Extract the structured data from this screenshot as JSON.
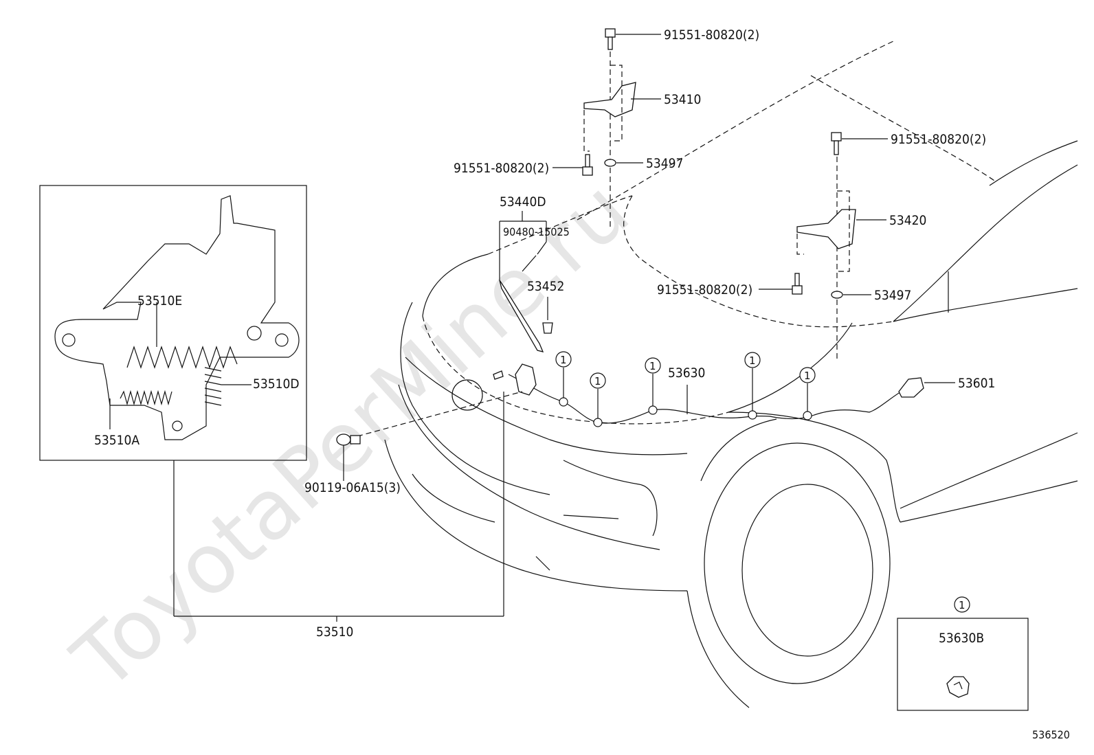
{
  "watermark": "ToyotaPerMine.ru",
  "diagram_code": "536520",
  "callout_mark": "1",
  "labels": {
    "bolt_top": "91551-80820(2)",
    "hinge_left": "53410",
    "washer_left": "53497",
    "bolt_left": "91551-80820(2)",
    "bolt_right_top": "91551-80820(2)",
    "hinge_right": "53420",
    "bolt_right": "91551-80820(2)",
    "washer_right": "53497",
    "support_rod": "53440D",
    "rod_clip": "90480-15025",
    "cushion": "53452",
    "cable": "53630",
    "lever": "53601",
    "clip": "90119-06A15(3)",
    "lock_assy": "53510",
    "spring_e": "53510E",
    "spring_d": "53510D",
    "spring_a": "53510A",
    "clamp_box": "53630B"
  }
}
